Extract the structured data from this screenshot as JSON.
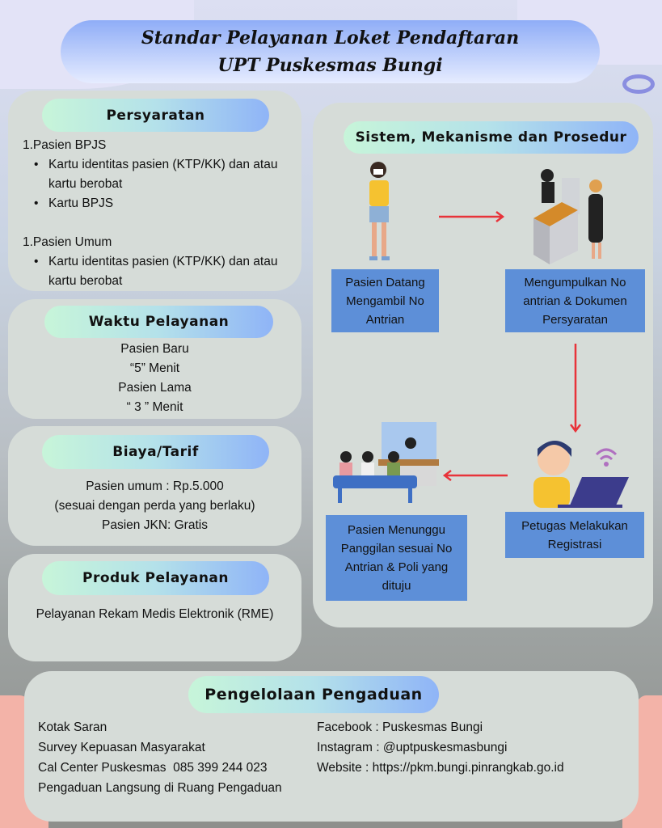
{
  "title": {
    "line1": "Standar Pelayanan Loket Pendaftaran",
    "line2": "UPT Puskesmas Bungi"
  },
  "persyaratan": {
    "heading": "Persyaratan",
    "groups": [
      {
        "label": "1.Pasien BPJS",
        "items": [
          "Kartu identitas pasien (KTP/KK) dan atau kartu berobat",
          "Kartu BPJS"
        ]
      },
      {
        "label": "1.Pasien Umum",
        "items": [
          "Kartu identitas pasien (KTP/KK) dan atau kartu berobat"
        ]
      }
    ]
  },
  "waktu": {
    "heading": "Waktu Pelayanan",
    "lines": [
      "Pasien Baru",
      "“5” Menit",
      "Pasien Lama",
      "“ 3 ” Menit"
    ]
  },
  "biaya": {
    "heading": "Biaya/Tarif",
    "lines": [
      "Pasien umum : Rp.5.000",
      "(sesuai dengan perda yang berlaku)",
      "Pasien JKN: Gratis"
    ]
  },
  "produk": {
    "heading": "Produk Pelayanan",
    "text": "Pelayanan Rekam Medis Elektronik (RME)"
  },
  "sistem": {
    "heading": "Sistem, Mekanisme dan Prosedur",
    "steps": [
      "Pasien Datang Mengambil No Antrian",
      "Mengumpulkan No antrian & Dokumen Persyaratan",
      "Petugas Melakukan Registrasi",
      "Pasien Menunggu Panggilan sesuai No Antrian & Poli yang dituju"
    ]
  },
  "pengaduan": {
    "heading": "Pengelolaan Pengaduan",
    "left": [
      "Kotak Saran",
      "Survey Kepuasan Masyarakat",
      "Cal Center Puskesmas  085 399 244 023",
      "Pengaduan Langsung di Ruang Pengaduan"
    ],
    "right": [
      "Facebook : Puskesmas Bungi",
      "Instagram : @uptpuskesmasbungi",
      "Website : https://pkm.bungi.pinrangkab.go.id"
    ]
  },
  "colors": {
    "arrow": "#e8333a",
    "step_box": "#5d8fd8",
    "panel": "#d6dcd8"
  }
}
